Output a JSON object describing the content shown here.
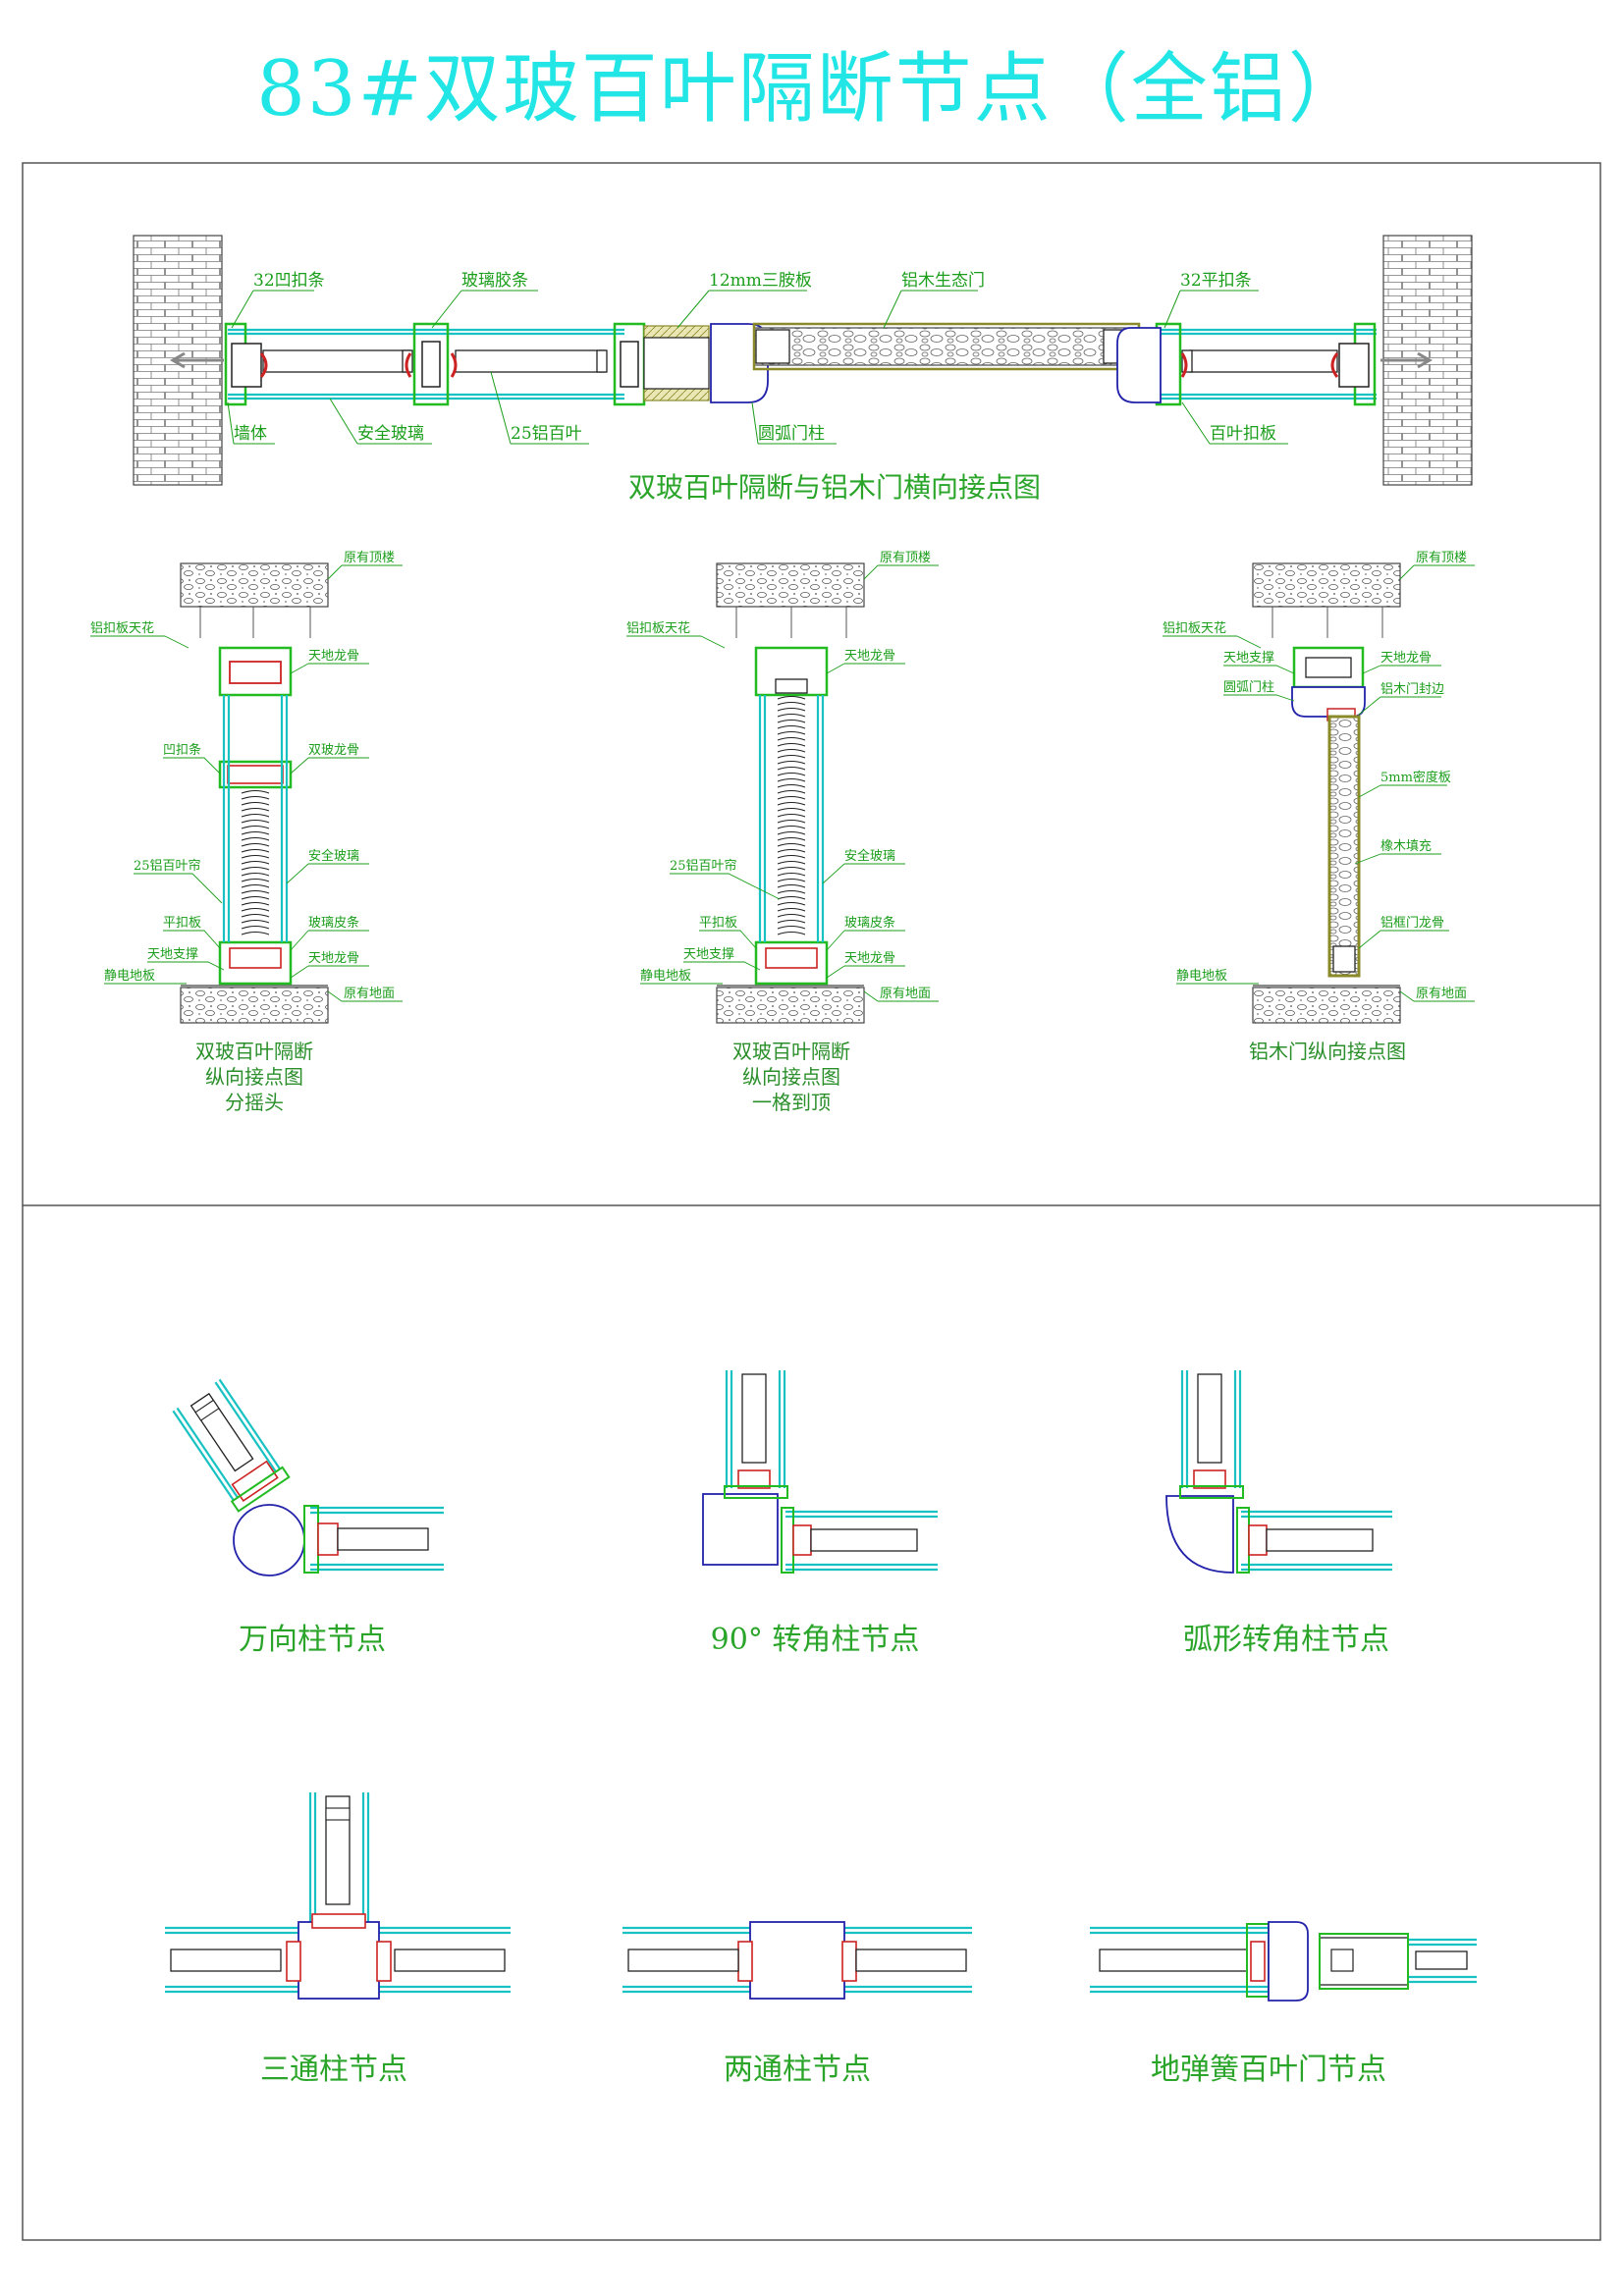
{
  "title": "83#双玻百叶隔断节点（全铝）",
  "colors": {
    "title": "#22e6e6",
    "label": "#1b9e1b",
    "glass": "#19c2c2",
    "frame": "#2222aa",
    "gasket": "#cc2222",
    "clip": "#22bb22",
    "board": "#8a8a2a"
  },
  "top_section": {
    "caption": "双玻百叶隔断与铝木门横向接点图",
    "labels": {
      "l1": "32凹扣条",
      "l2": "玻璃胶条",
      "l3": "12mm三胺板",
      "l4": "铝木生态门",
      "l5": "32平扣条",
      "l6": "墙体",
      "l7": "安全玻璃",
      "l8": "25铝百叶",
      "l9": "圆弧门柱",
      "l10": "百叶扣板"
    }
  },
  "middle_section": {
    "section1": {
      "caption_lines": [
        "双玻百叶隔断",
        "纵向接点图",
        "分摇头"
      ],
      "labels": [
        "原有顶楼",
        "铝扣板天花",
        "天地龙骨",
        "凹扣条",
        "双玻龙骨",
        "25铝百叶帘",
        "安全玻璃",
        "平扣板",
        "玻璃皮条",
        "天地支撑",
        "天地龙骨",
        "静电地板",
        "原有地面"
      ]
    },
    "section2": {
      "caption_lines": [
        "双玻百叶隔断",
        "纵向接点图",
        "一格到顶"
      ],
      "labels": [
        "原有顶楼",
        "铝扣板天花",
        "天地龙骨",
        "25铝百叶帘",
        "安全玻璃",
        "平扣板",
        "玻璃皮条",
        "天地支撑",
        "天地龙骨",
        "静电地板",
        "原有地面"
      ]
    },
    "section3": {
      "caption_lines": [
        "铝木门纵向接点图"
      ],
      "labels": [
        "原有顶楼",
        "铝扣板天花",
        "天地支撑",
        "天地龙骨",
        "圆弧门柱",
        "铝木门封边",
        "5mm密度板",
        "橡木填充",
        "铝框门龙骨",
        "静电地板",
        "原有地面"
      ]
    }
  },
  "bottom_section": {
    "captions": [
      "万向柱节点",
      "90° 转角柱节点",
      "弧形转角柱节点",
      "三通柱节点",
      "两通柱节点",
      "地弹簧百叶门节点"
    ]
  }
}
